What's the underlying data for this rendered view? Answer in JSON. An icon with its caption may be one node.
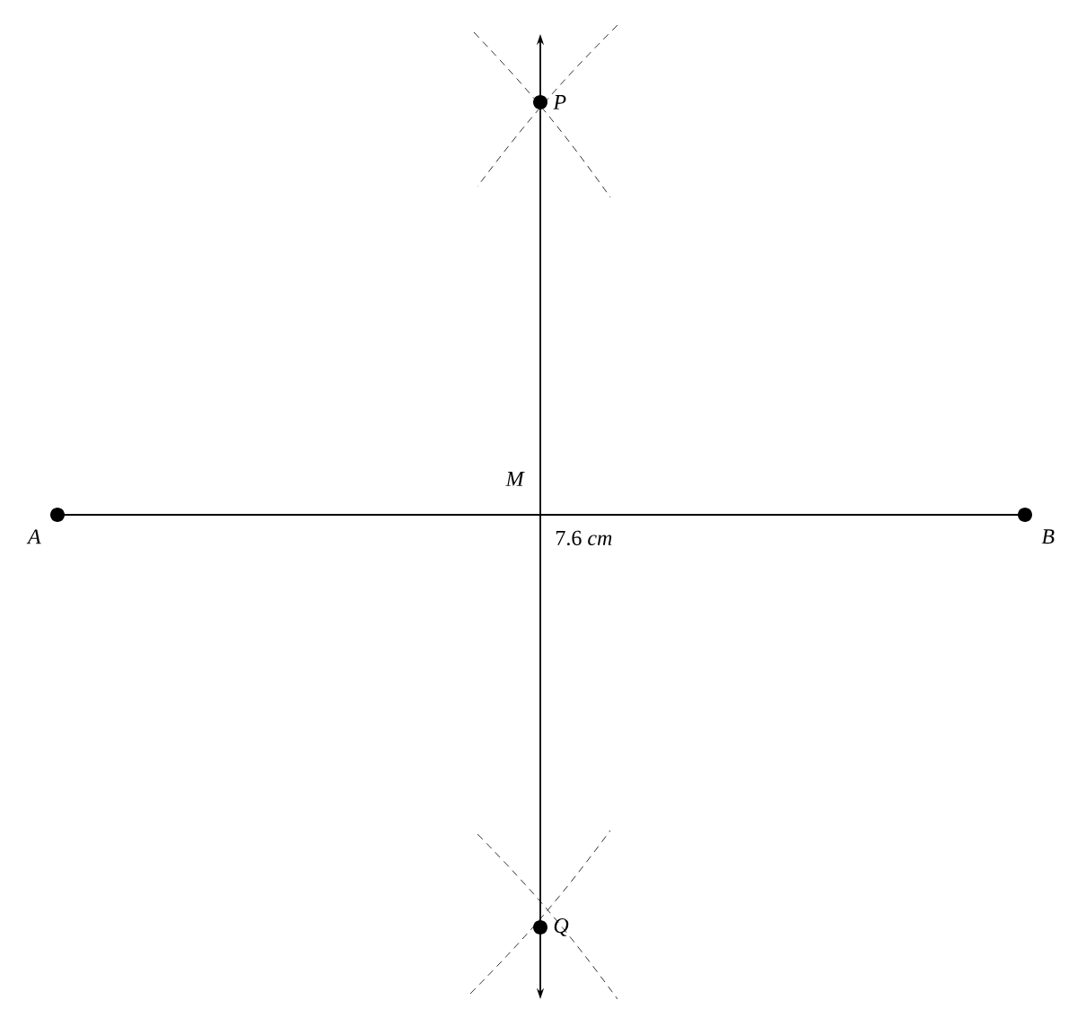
{
  "diagram": {
    "nodes": [
      {
        "text": [
          "A"
        ]
      },
      {
        "text": [
          "B"
        ]
      },
      {
        "text": [
          "P"
        ]
      },
      {
        "text": [
          "Q"
        ]
      }
    ],
    "edges": [
      {
        "from": 0,
        "to": 1,
        "arrow": "none"
      },
      {
        "from": 2,
        "to": 3,
        "arrow": "both"
      }
    ],
    "labels": [
      "M",
      "7.6 *cm*"
    ]
  }
}
